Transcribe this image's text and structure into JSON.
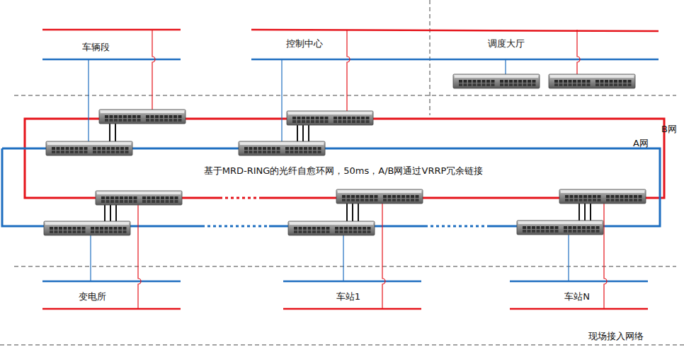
{
  "diagram": {
    "labels": [
      "车辆段",
      "控制中心",
      "调度大厅",
      "B网",
      "A网",
      "基于MRD-RING的光纤自愈环网，50ms，A/B网通过VRRP冗余链接",
      "变电所",
      "车站1",
      "车站N",
      "现场接入网络"
    ]
  }
}
